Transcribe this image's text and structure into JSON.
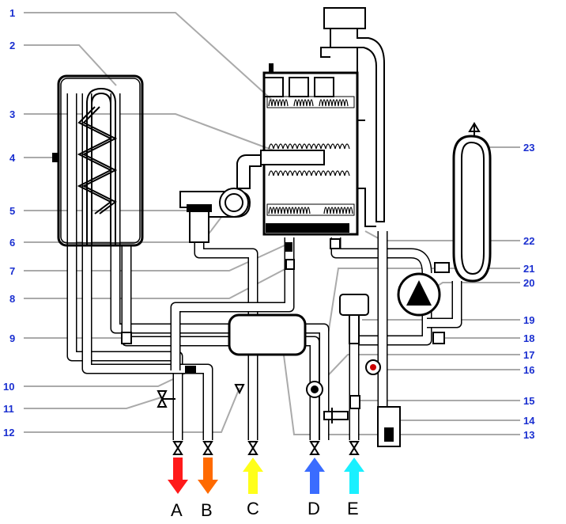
{
  "labels": {
    "n1": "1",
    "n2": "2",
    "n3": "3",
    "n4": "4",
    "n5": "5",
    "n6": "6",
    "n7": "7",
    "n8": "8",
    "n9": "9",
    "n10": "10",
    "n11": "11",
    "n12": "12",
    "n13": "13",
    "n14": "14",
    "n15": "15",
    "n16": "16",
    "n17": "17",
    "n18": "18",
    "n19": "19",
    "n20": "20",
    "n21": "21",
    "n22": "22",
    "n23": "23"
  },
  "connections": {
    "a": "A",
    "b": "B",
    "c": "C",
    "d": "D",
    "e": "E"
  },
  "colors": {
    "label": "#1a2fd0",
    "leader": "#aaaaaa",
    "arrow_a": "#ff1a1a",
    "arrow_b": "#ff6a00",
    "arrow_c": "#ffff1a",
    "arrow_d": "#3a6cff",
    "arrow_e": "#1af0ff"
  }
}
